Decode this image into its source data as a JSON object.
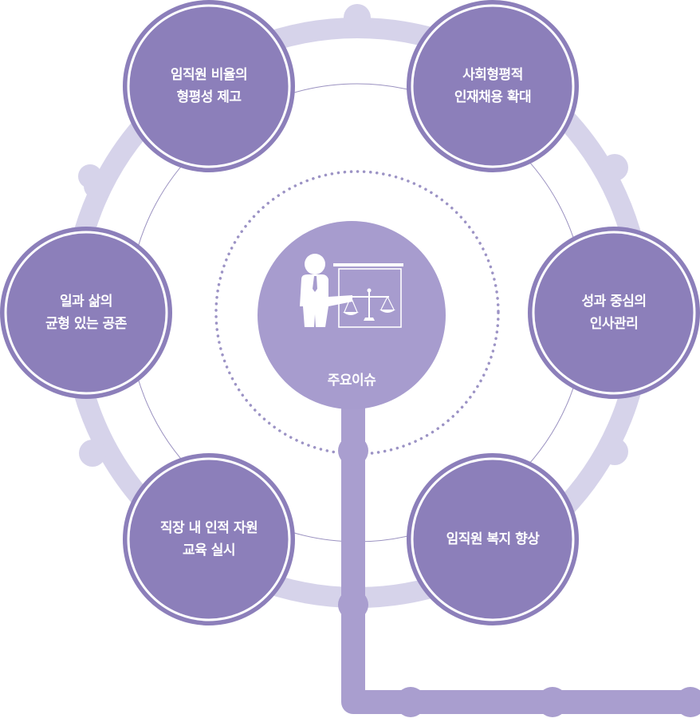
{
  "colors": {
    "ring": "#d6d3ea",
    "node_fill": "#8c7fba",
    "center_fill": "#a79cce",
    "dots": "#9c93c5",
    "thin_line": "#8f86b8",
    "path": "#a99ecf",
    "path_bead": "#b0a6d4"
  },
  "center": {
    "label": "주요이슈",
    "icon": "presenter-with-scales-icon"
  },
  "nodes": [
    {
      "id": "top-left",
      "label": "임직원 비율의\n형평성 제고"
    },
    {
      "id": "top-right",
      "label": "사회형평적\n인재채용 확대"
    },
    {
      "id": "mid-right",
      "label": "성과 중심의\n인사관리"
    },
    {
      "id": "bottom-right",
      "label": "임직원 복지 향상"
    },
    {
      "id": "bottom-left",
      "label": "직장 내 인적 자원\n교육 실시"
    },
    {
      "id": "mid-left",
      "label": "일과 삶의\n균형 있는 공존"
    }
  ]
}
